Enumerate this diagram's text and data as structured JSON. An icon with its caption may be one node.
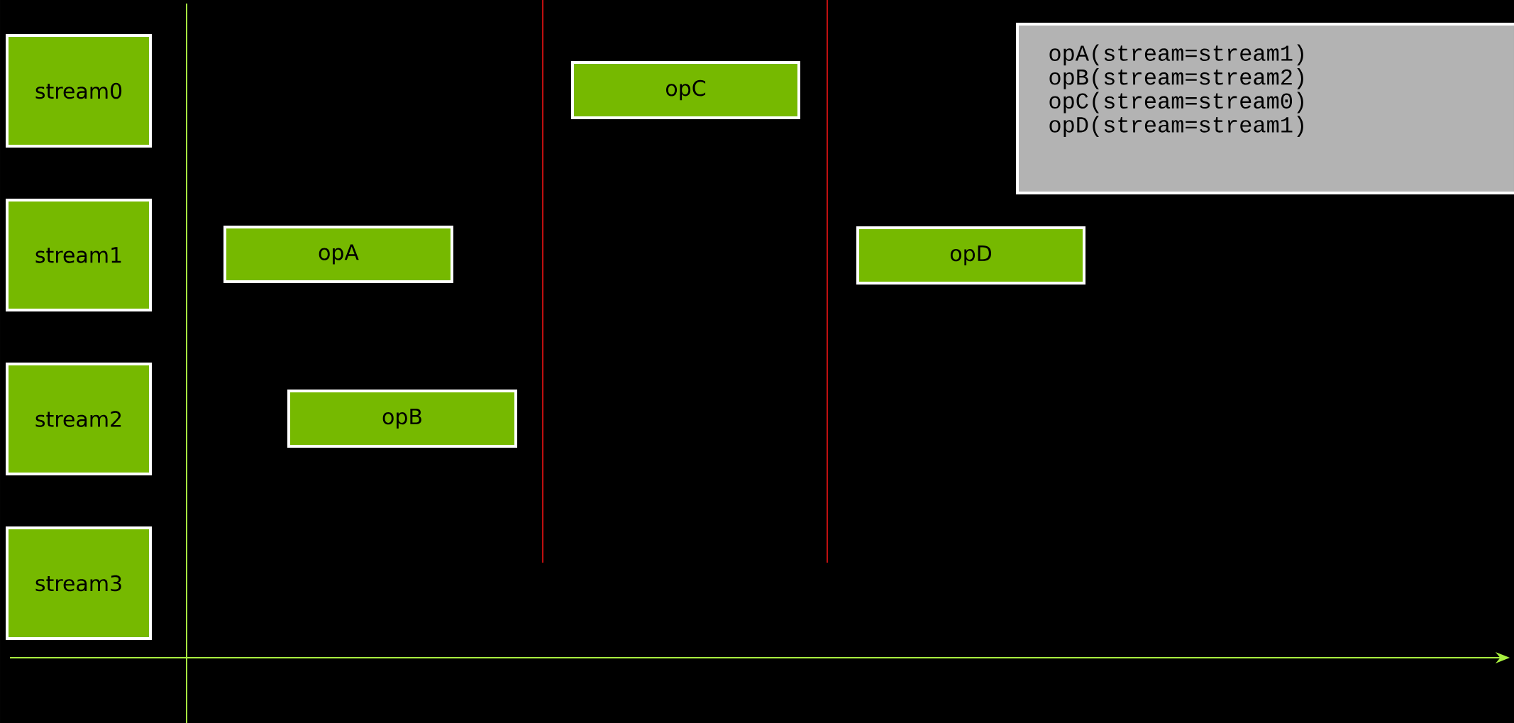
{
  "diagram": {
    "nodes": [
      {
        "text": [
          "stream0"
        ]
      },
      {
        "text": [
          "stream1"
        ]
      },
      {
        "text": [
          "stream2"
        ]
      },
      {
        "text": [
          "stream3"
        ]
      },
      {
        "text": [
          "opA"
        ]
      },
      {
        "text": [
          "opB"
        ]
      },
      {
        "text": [
          "opC"
        ]
      },
      {
        "text": [
          "opD"
        ]
      },
      {
        "text": [
          "opA(stream=stream1)",
          "opB(stream=stream2)",
          "opC(stream=stream0)",
          "opD(stream=stream1)"
        ]
      }
    ]
  }
}
